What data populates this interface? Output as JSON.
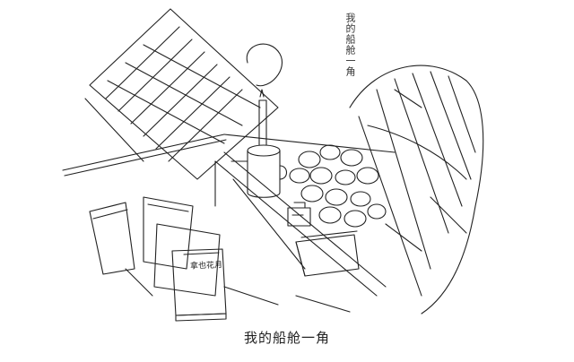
{
  "sketch": {
    "title_vertical": "我的船舱一角",
    "book_label": "拿也花月"
  },
  "caption": "我的船舱一角",
  "colors": {
    "ink": "#222222",
    "paper": "#ffffff"
  }
}
